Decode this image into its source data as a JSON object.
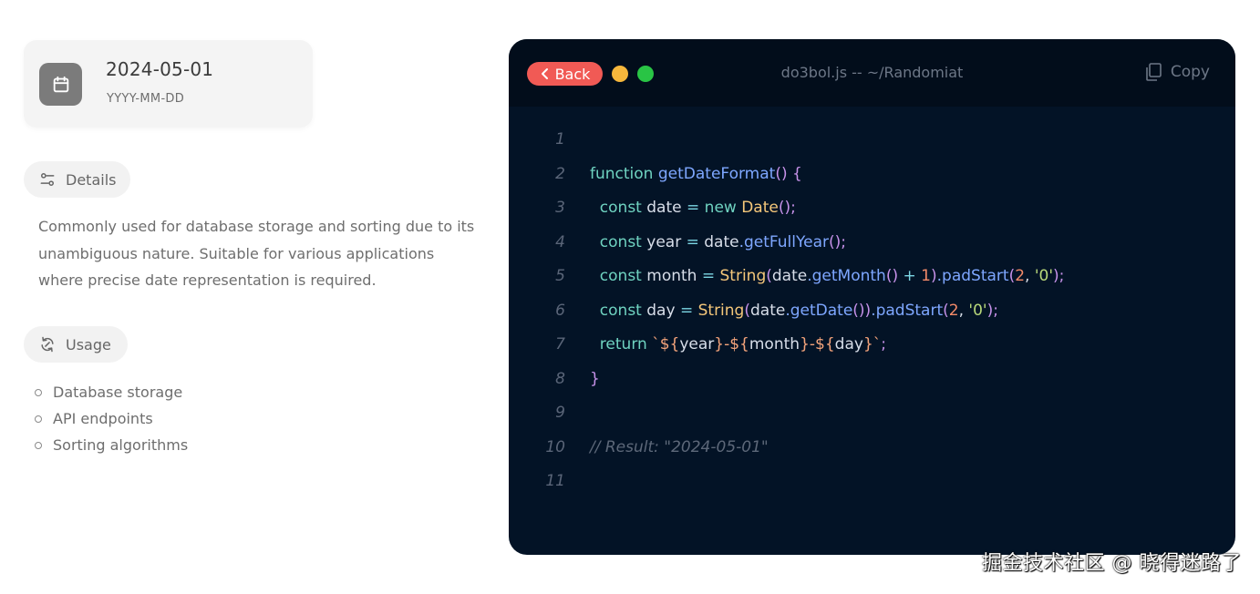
{
  "format_card": {
    "value": "2024-05-01",
    "pattern": "YYYY-MM-DD",
    "icon": "calendar-icon"
  },
  "details": {
    "label": "Details",
    "icon": "sliders-icon",
    "description": "Commonly used for database storage and sorting due to its unambiguous nature. Suitable for various applications where precise date representation is required."
  },
  "usage": {
    "label": "Usage",
    "icon": "refresh-icon",
    "items": [
      "Database storage",
      "API endpoints",
      "Sorting algorithms"
    ]
  },
  "code_window": {
    "back_label": "Back",
    "title": "do3bol.js -- ~/Randomiat",
    "copy_label": "Copy",
    "line_numbers": [
      "1",
      "2",
      "3",
      "4",
      "5",
      "6",
      "7",
      "8",
      "9",
      "10",
      "11"
    ],
    "colors": {
      "background": "#031326",
      "titlebar": "#020d1b",
      "back_button": "#f15a55",
      "dot_yellow": "#f6b73c",
      "dot_green": "#29c445"
    },
    "lines": [
      [],
      [
        [
          "function ",
          "kw"
        ],
        [
          "getDateFormat",
          "fn"
        ],
        [
          "() ",
          "paren"
        ],
        [
          "{",
          "paren"
        ]
      ],
      [
        [
          "  const ",
          "kw"
        ],
        [
          "date ",
          "txt"
        ],
        [
          "= ",
          "op"
        ],
        [
          "new ",
          "kw"
        ],
        [
          "Date",
          "cls"
        ],
        [
          "();",
          "paren"
        ]
      ],
      [
        [
          "  const ",
          "kw"
        ],
        [
          "year ",
          "txt"
        ],
        [
          "= ",
          "op"
        ],
        [
          "date",
          "txt"
        ],
        [
          ".getFullYear",
          "fn"
        ],
        [
          "();",
          "paren"
        ]
      ],
      [
        [
          "  const ",
          "kw"
        ],
        [
          "month ",
          "txt"
        ],
        [
          "= ",
          "op"
        ],
        [
          "String",
          "cls"
        ],
        [
          "(",
          "paren"
        ],
        [
          "date",
          "txt"
        ],
        [
          ".getMonth",
          "fn"
        ],
        [
          "() ",
          "paren"
        ],
        [
          "+ ",
          "op"
        ],
        [
          "1",
          "num"
        ],
        [
          ")",
          "paren"
        ],
        [
          ".padStart",
          "fn"
        ],
        [
          "(",
          "paren"
        ],
        [
          "2",
          "num"
        ],
        [
          ", ",
          "txt"
        ],
        [
          "'0'",
          "str"
        ],
        [
          ");",
          "paren"
        ]
      ],
      [
        [
          "  const ",
          "kw"
        ],
        [
          "day ",
          "txt"
        ],
        [
          "= ",
          "op"
        ],
        [
          "String",
          "cls"
        ],
        [
          "(",
          "paren"
        ],
        [
          "date",
          "txt"
        ],
        [
          ".getDate",
          "fn"
        ],
        [
          "())",
          "paren"
        ],
        [
          ".padStart",
          "fn"
        ],
        [
          "(",
          "paren"
        ],
        [
          "2",
          "num"
        ],
        [
          ", ",
          "txt"
        ],
        [
          "'0'",
          "str"
        ],
        [
          ");",
          "paren"
        ]
      ],
      [
        [
          "  return ",
          "kw"
        ],
        [
          "`${",
          "tpl"
        ],
        [
          "year",
          "txt"
        ],
        [
          "}-${",
          "tpl"
        ],
        [
          "month",
          "txt"
        ],
        [
          "}-${",
          "tpl"
        ],
        [
          "day",
          "txt"
        ],
        [
          "}`",
          "tpl"
        ],
        [
          ";",
          "paren"
        ]
      ],
      [
        [
          "}",
          "paren"
        ]
      ],
      [],
      [
        [
          "// Result: \"2024-05-01\"",
          "cm"
        ]
      ],
      []
    ]
  },
  "watermark": "掘金技术社区 @ 晓得迷路了"
}
